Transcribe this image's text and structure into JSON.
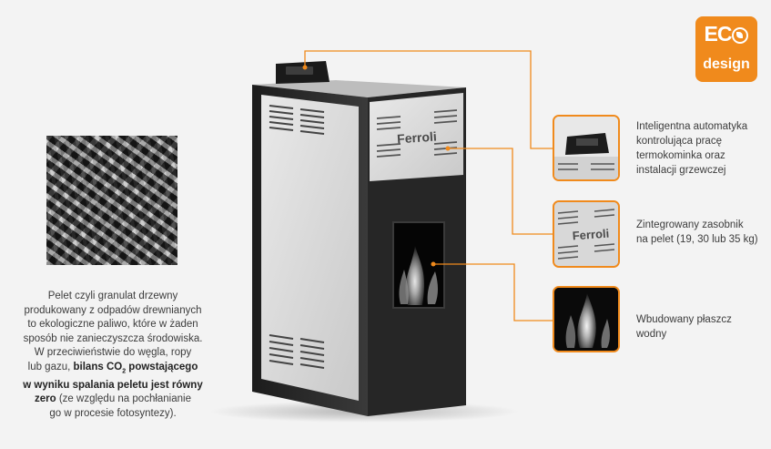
{
  "badge": {
    "top": "EC",
    "bottom": "design"
  },
  "stove_brand": "Ferroli",
  "description": {
    "p1": "Pelet czyli granulat drzewny",
    "p2": "produkowany z odpadów drewnianych",
    "p3": "to ekologiczne paliwo, które w żaden",
    "p4": "sposób nie zanieczyszcza środowiska.",
    "p5": "W przeciwieństwie do węgla, ropy",
    "p6_plain": "lub gazu, ",
    "p6_bold": "bilans CO",
    "p6_sub": "2",
    "p6_bold2": " powstającego",
    "p7_bold": "w wyniku spalania peletu jest równy",
    "p8_bold": "zero",
    "p8_plain": " (ze względu na pochłanianie",
    "p9": "go w procesie fotosyntezy)."
  },
  "features": [
    {
      "line1": "Inteligentna automatyka",
      "line2": "kontrolująca pracę",
      "line3": "termokominka oraz",
      "line4": "instalacji grzewczej"
    },
    {
      "line1": "Zintegrowany zasobnik",
      "line2": "na pelet (19, 30 lub 35 kg)"
    },
    {
      "line1": "Wbudowany płaszcz wodny"
    }
  ],
  "colors": {
    "accent": "#f08a1c",
    "background": "#f3f3f3",
    "stove_body": "#2b2b2b",
    "panel": "#d8d8d8"
  }
}
